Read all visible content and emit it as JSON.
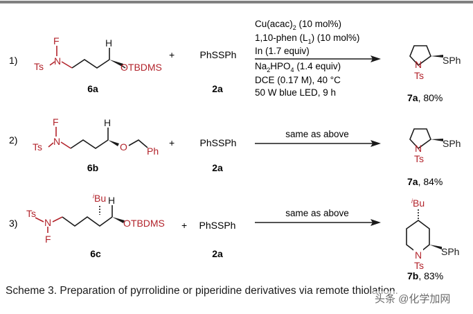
{
  "rows": [
    {
      "number": "1)",
      "substrate_label": "6a",
      "reagent": "PhSSPh",
      "reagent_label": "2a",
      "plus": "+",
      "substrate_text": {
        "F": "F",
        "N": "N",
        "Ts": "Ts",
        "H": "H",
        "O": "OTBDMS"
      },
      "product_text": {
        "N": "N",
        "Ts": "Ts",
        "SPh": "SPh"
      },
      "product_label": "7a",
      "yield": ", 80%"
    },
    {
      "number": "2)",
      "substrate_label": "6b",
      "reagent": "PhSSPh",
      "reagent_label": "2a",
      "plus": "+",
      "substrate_text": {
        "F": "F",
        "N": "N",
        "Ts": "Ts",
        "H": "H",
        "O": "O",
        "Ph": "Ph"
      },
      "arrow_text": "same as above",
      "product_text": {
        "N": "N",
        "Ts": "Ts",
        "SPh": "SPh"
      },
      "product_label": "7a",
      "yield": ", 84%"
    },
    {
      "number": "3)",
      "substrate_label": "6c",
      "reagent": "PhSSPh",
      "reagent_label": "2a",
      "plus": "+",
      "substrate_text": {
        "F": "F",
        "N": "N",
        "Ts": "Ts",
        "H": "H",
        "O": "OTBDMS",
        "iBu_sup": "i",
        "iBu": "Bu"
      },
      "arrow_text": "same as above",
      "product_text": {
        "N": "N",
        "Ts": "Ts",
        "SPh": "SPh",
        "iBu_sup": "i",
        "iBu": "Bu"
      },
      "product_label": "7b",
      "yield": ", 83%"
    }
  ],
  "conditions": {
    "line1_a": "Cu(acac)",
    "line1_sub": "2",
    "line1_b": " (10 mol%)",
    "line2_a": "1,10-phen (L",
    "line2_sub": "1",
    "line2_b": ") (10 mol%)",
    "line3": "In (1.7 equiv)",
    "line4_a": "Na",
    "line4_sub1": "2",
    "line4_b": "HPO",
    "line4_sub2": "4",
    "line4_c": " (1.4 equiv)",
    "line5": "DCE (0.17 M), 40 °C",
    "line6": "50 W blue LED, 9 h"
  },
  "caption": "Scheme 3. Preparation of pyrrolidine or piperidine derivatives via remote thiolation.",
  "watermark": "头条 @化学加网",
  "colors": {
    "red": "#b2232b",
    "black": "#1a1a1a",
    "rule": "#808080"
  }
}
